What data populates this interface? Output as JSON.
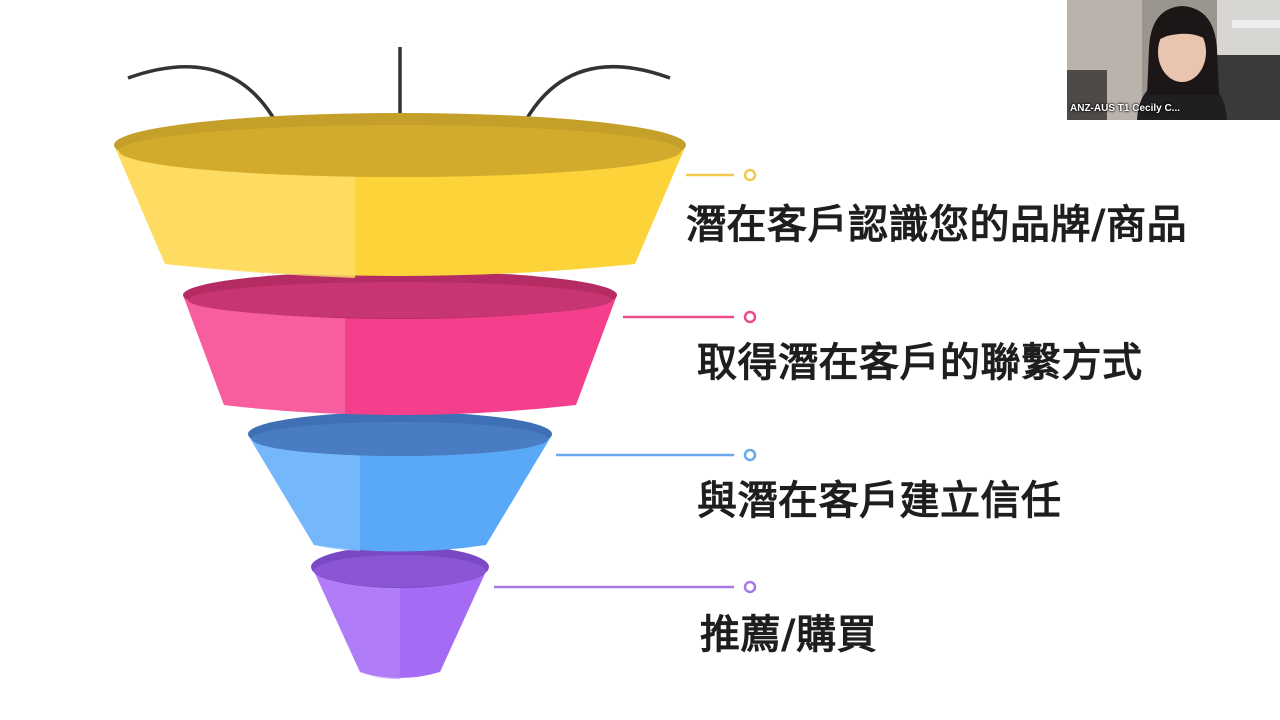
{
  "funnel": {
    "stages": [
      {
        "label": "潛在客戶認識您的品牌/商品",
        "color": "#fdd33a",
        "line_color": "#f2c94c"
      },
      {
        "label": "取得潛在客戶的聯繫方式",
        "color": "#f53e8c",
        "line_color": "#ee4b8e"
      },
      {
        "label": "與潛在客戶建立信任",
        "color": "#5aa8f8",
        "line_color": "#6aa8ec"
      },
      {
        "label": "推薦/購買",
        "color": "#a66bf5",
        "line_color": "#a779e9"
      }
    ]
  },
  "video": {
    "participant_name": "ANZ-AUS T1 Cecily C..."
  }
}
